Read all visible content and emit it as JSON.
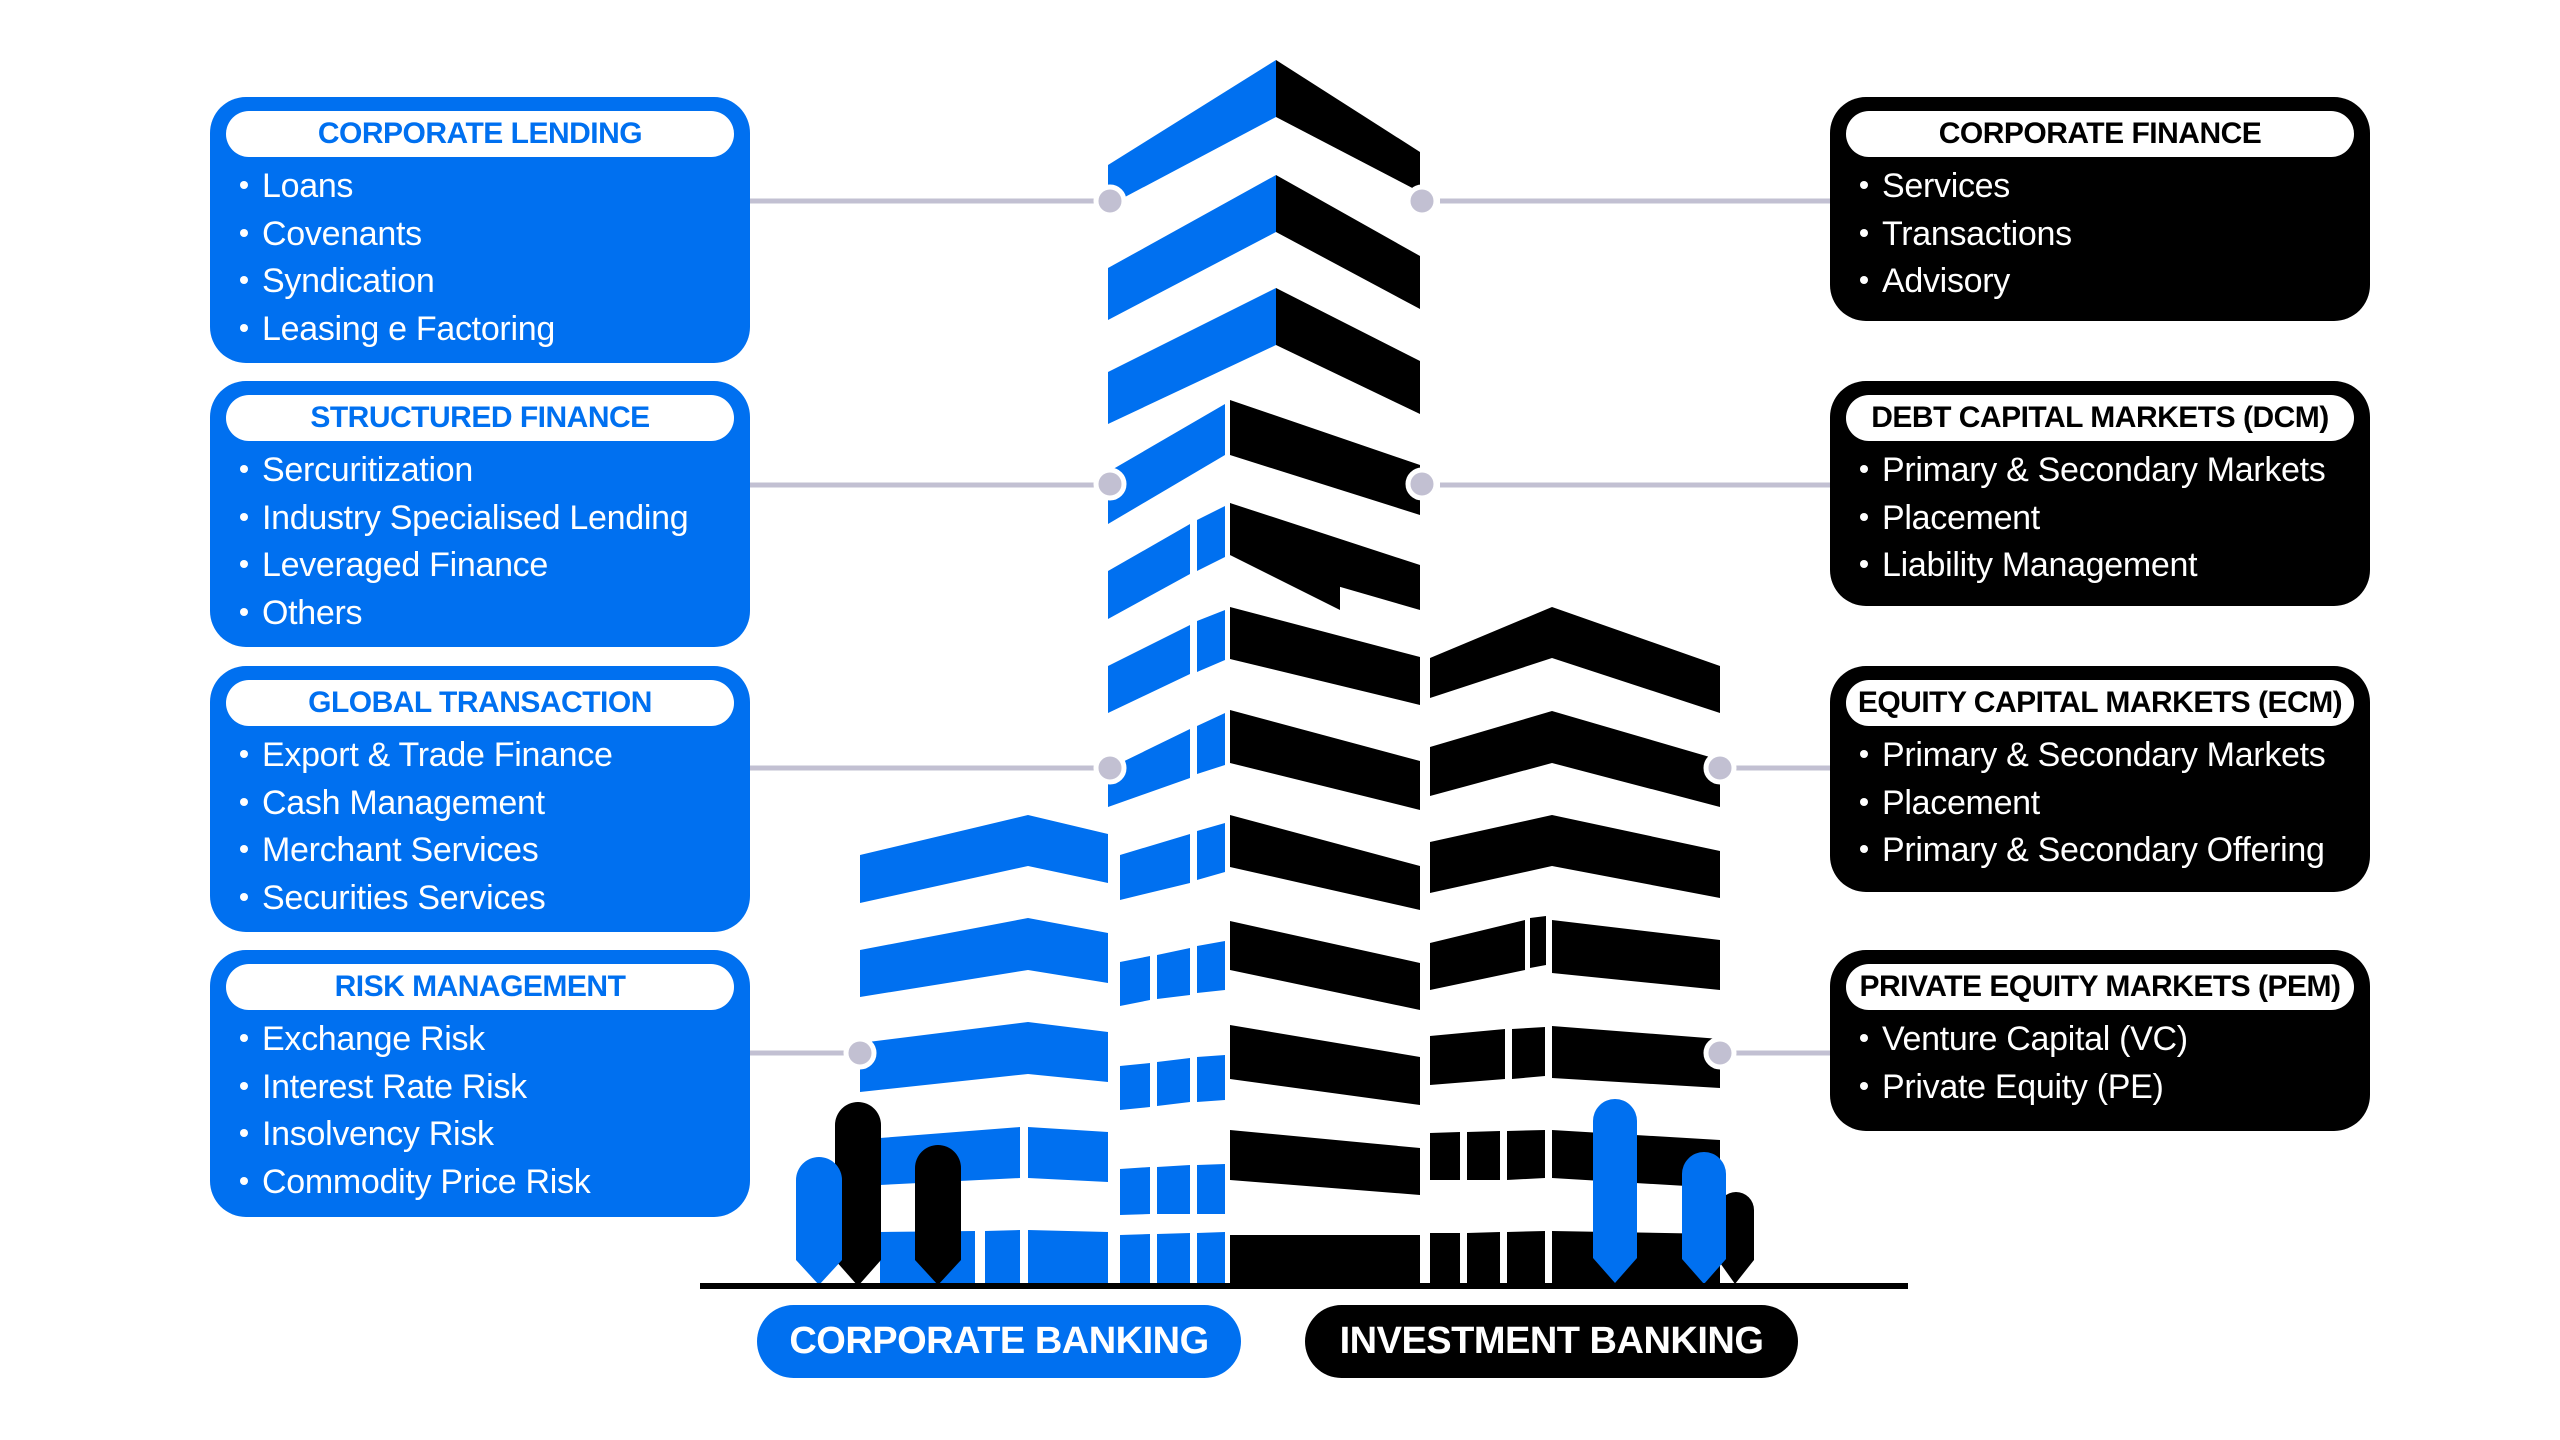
{
  "colors": {
    "corporate": "#0070f0",
    "investment": "#000000",
    "connector": "#c2c0d2"
  },
  "corporate_banking": {
    "label": "CORPORATE BANKING",
    "boxes": [
      {
        "title": "CORPORATE LENDING",
        "items": [
          "Loans",
          "Covenants",
          "Syndication",
          "Leasing e Factoring"
        ]
      },
      {
        "title": "STRUCTURED FINANCE",
        "items": [
          "Sercuritization",
          "Industry Specialised Lending",
          "Leveraged Finance",
          "Others"
        ]
      },
      {
        "title": "GLOBAL TRANSACTION",
        "items": [
          "Export & Trade Finance",
          "Cash Management",
          "Merchant Services",
          "Securities Services"
        ]
      },
      {
        "title": "RISK MANAGEMENT",
        "items": [
          "Exchange Risk",
          "Interest Rate Risk",
          "Insolvency Risk",
          "Commodity Price Risk"
        ]
      }
    ]
  },
  "investment_banking": {
    "label": "INVESTMENT BANKING",
    "boxes": [
      {
        "title": "CORPORATE FINANCE",
        "items": [
          "Services",
          "Transactions",
          "Advisory"
        ]
      },
      {
        "title": "DEBT CAPITAL MARKETS (DCM)",
        "items": [
          "Primary & Secondary Markets",
          "Placement",
          "Liability Management"
        ]
      },
      {
        "title": "EQUITY CAPITAL MARKETS (ECM)",
        "items": [
          "Primary & Secondary Markets",
          "Placement",
          "Primary & Secondary Offering"
        ]
      },
      {
        "title": "PRIVATE EQUITY MARKETS (PEM)",
        "items": [
          "Venture Capital (VC)",
          "Private Equity (PE)"
        ]
      }
    ]
  }
}
